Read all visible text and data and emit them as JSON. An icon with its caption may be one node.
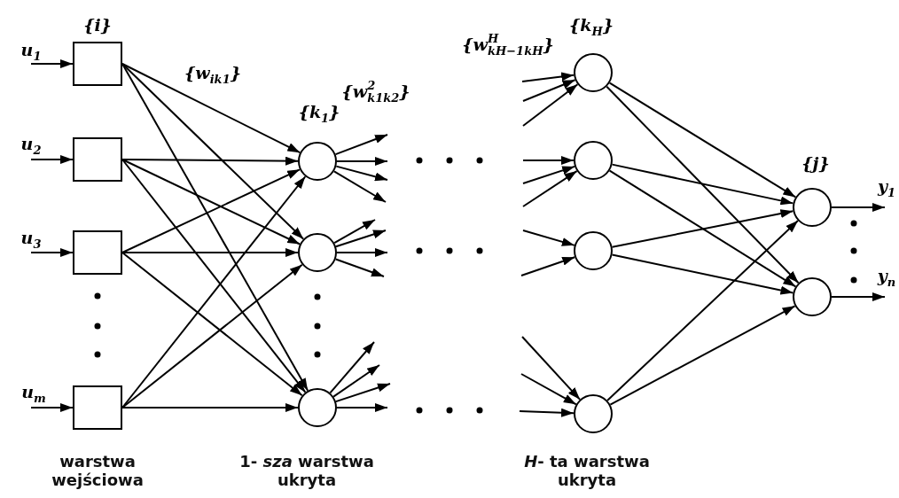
{
  "diagram": {
    "nodes": [
      {
        "text": [
          "{i}"
        ]
      },
      {
        "text": [],
        "shape": "box"
      },
      {
        "text": [],
        "shape": "box"
      },
      {
        "text": [],
        "shape": "box"
      },
      {
        "text": [
          "{k$_{1}$}"
        ]
      },
      {
        "text": [],
        "shape": "circle"
      },
      {
        "text": [],
        "shape": "circle"
      },
      {
        "text": [
          "{k$_{H}$}"
        ]
      },
      {
        "text": [],
        "shape": "circle"
      },
      {
        "text": [],
        "shape": "circle"
      },
      {
        "text": [],
        "shape": "circle"
      },
      {
        "text": [
          "{j}"
        ]
      },
      {
        "text": [],
        "shape": "circle"
      }
    ],
    "edges": [
      {
        "from": null,
        "to": 0,
        "arrow": "to",
        "label": "u$_{1}$"
      },
      {
        "from": null,
        "to": 1,
        "arrow": "to",
        "label": "u$_{2}$"
      },
      {
        "from": null,
        "to": 2,
        "arrow": "to",
        "label": "u$_{3}$"
      },
      {
        "from": null,
        "to": 3,
        "arrow": "to",
        "label": "u$_{m}$"
      },
      {
        "from": 0,
        "to": 4,
        "arrow": "to"
      },
      {
        "from": 0,
        "to": 5,
        "arrow": "to"
      },
      {
        "from": 0,
        "to": 6,
        "arrow": "to"
      },
      {
        "from": 1,
        "to": 4,
        "arrow": "to"
      },
      {
        "from": 1,
        "to": 5,
        "arrow": "to"
      },
      {
        "from": 1,
        "to": 6,
        "arrow": "to"
      },
      {
        "from": 2,
        "to": 4,
        "arrow": "to"
      },
      {
        "from": 2,
        "to": 5,
        "arrow": "to"
      },
      {
        "from": 2,
        "to": 6,
        "arrow": "to"
      },
      {
        "from": 3,
        "to": 4,
        "arrow": "to"
      },
      {
        "from": 3,
        "to": 5,
        "arrow": "to"
      },
      {
        "from": 3,
        "to": 6,
        "arrow": "to"
      },
      {
        "from": 4,
        "to": null,
        "arrow": "to"
      },
      {
        "from": 4,
        "to": null,
        "arrow": "to"
      },
      {
        "from": 4,
        "to": null,
        "arrow": "to"
      },
      {
        "from": 4,
        "to": null,
        "arrow": "to"
      },
      {
        "from": 5,
        "to": null,
        "arrow": "to"
      },
      {
        "from": 5,
        "to": null,
        "arrow": "to"
      },
      {
        "from": 5,
        "to": null,
        "arrow": "to"
      },
      {
        "from": 5,
        "to": null,
        "arrow": "to"
      },
      {
        "from": 6,
        "to": null,
        "arrow": "to"
      },
      {
        "from": 6,
        "to": null,
        "arrow": "to"
      },
      {
        "from": 6,
        "to": null,
        "arrow": "to"
      },
      {
        "from": 6,
        "to": null,
        "arrow": "to"
      },
      {
        "from": null,
        "to": 7,
        "arrow": "to"
      },
      {
        "from": null,
        "to": 7,
        "arrow": "to"
      },
      {
        "from": null,
        "to": 7,
        "arrow": "to"
      },
      {
        "from": null,
        "to": 8,
        "arrow": "to"
      },
      {
        "from": null,
        "to": 8,
        "arrow": "to"
      },
      {
        "from": null,
        "to": 8,
        "arrow": "to"
      },
      {
        "from": null,
        "to": 9,
        "arrow": "to"
      },
      {
        "from": null,
        "to": 9,
        "arrow": "to"
      },
      {
        "from": null,
        "to": 10,
        "arrow": "to"
      },
      {
        "from": null,
        "to": 10,
        "arrow": "to"
      },
      {
        "from": null,
        "to": 10,
        "arrow": "to"
      },
      {
        "from": 7,
        "to": 11,
        "arrow": "to"
      },
      {
        "from": 7,
        "to": 12,
        "arrow": "to"
      },
      {
        "from": 8,
        "to": 11,
        "arrow": "to"
      },
      {
        "from": 8,
        "to": 12,
        "arrow": "to"
      },
      {
        "from": 9,
        "to": 11,
        "arrow": "to"
      },
      {
        "from": 9,
        "to": 12,
        "arrow": "to"
      },
      {
        "from": 10,
        "to": 11,
        "arrow": "to"
      },
      {
        "from": 10,
        "to": 12,
        "arrow": "to"
      },
      {
        "from": 11,
        "to": null,
        "arrow": "to",
        "label": "y$_{1}$"
      },
      {
        "from": 12,
        "to": null,
        "arrow": "to",
        "label": "y$_{n}$"
      }
    ],
    "labels": [
      "{w$_{ik1}$}",
      "{w$^{2}$$_{k1k2}$}",
      "{w$^{H}$$_{kH−1kH}$}",
      "warstwa wejściowa",
      "1- *sza* warstwa ukryta",
      "*H*- ta warstwa ukryta"
    ]
  }
}
